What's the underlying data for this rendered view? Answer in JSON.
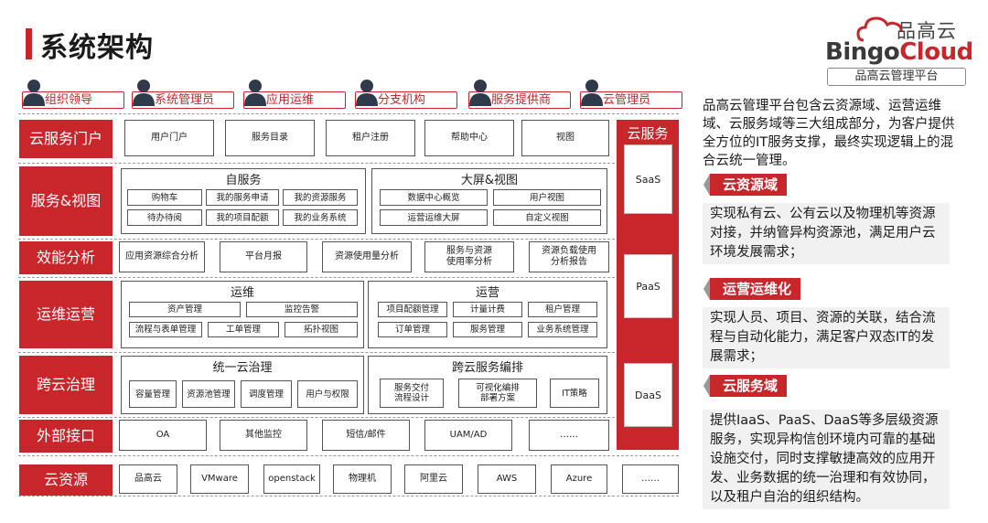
{
  "title": "系统架构",
  "logo": {
    "cn": "品高云",
    "en_part1": "Bingo",
    "en_part2": "Cloud",
    "subtitle": "品高云管理平台"
  },
  "roles": [
    "组织领导",
    "系统管理员",
    "应用运维",
    "分支机构",
    "服务提供商",
    "云管理员"
  ],
  "rows": {
    "portal": {
      "label": "云服务门户",
      "items": [
        "用户门户",
        "服务目录",
        "租户注册",
        "帮助中心",
        "视图"
      ]
    },
    "service_view": {
      "label": "服务&视图",
      "self_service": {
        "title": "自服务",
        "items": [
          "购物车",
          "我的服务申请",
          "我的资源服务",
          "待办待阅",
          "我的项目配额",
          "我的业务系统"
        ]
      },
      "big_screen": {
        "title": "大屏&视图",
        "items": [
          "数据中心概览",
          "用户视图",
          "运营运维大屏",
          "自定义视图"
        ]
      }
    },
    "efficiency": {
      "label": "效能分析",
      "items": [
        "应用资源综合分析",
        "平台月报",
        "资源使用量分析",
        "服务与资源\n使用率分析",
        "资源负载使用\n分析报告"
      ]
    },
    "ops": {
      "label": "运维运营",
      "ops_group": {
        "title": "运维",
        "items": [
          "资产管理",
          "监控告警",
          "流程与表单管理",
          "工单管理",
          "拓扑视图"
        ]
      },
      "operation_group": {
        "title": "运营",
        "items": [
          "项目配额管理",
          "计量计费",
          "租户管理",
          "订单管理",
          "服务管理",
          "业务系统管理"
        ]
      }
    },
    "governance": {
      "label": "跨云治理",
      "unified": {
        "title": "统一云治理",
        "items": [
          "容量管理",
          "资源池管理",
          "调度管理",
          "用户与权限"
        ]
      },
      "orchestration": {
        "title": "跨云服务编排",
        "items": [
          "服务交付\n流程设计",
          "可视化编排\n部署方案",
          "IT策略"
        ]
      }
    },
    "interface": {
      "label": "外部接口",
      "items": [
        "OA",
        "其他监控",
        "短信/邮件",
        "UAM/AD",
        "……"
      ]
    },
    "resources": {
      "label": "云资源",
      "items": [
        "品高云",
        "VMware",
        "openstack",
        "物理机",
        "阿里云",
        "AWS",
        "Azure",
        "……"
      ]
    }
  },
  "cloud_service": {
    "title": "云服务",
    "items": [
      "SaaS",
      "PaaS",
      "DaaS"
    ]
  },
  "intro": "品高云管理平台包含云资源域、运营运维域、云服务域等三大组成部分，为客户提供全方位的IT服务支撑，最终实现逻辑上的混合云统一管理。",
  "sections": [
    {
      "tag": "云资源域",
      "body": "实现私有云、公有云以及物理机等资源对接，并纳管异构资源池，满足用户云环境发展需求；"
    },
    {
      "tag": "运营运维化",
      "body": "实现人员、项目、资源的关联，结合流程与自动化能力，满足客户双态IT的发展需求；"
    },
    {
      "tag": "云服务域",
      "body": "提供IaaS、PaaS、DaaS等多层级资源服务，实现异构信创环境内可靠的基础设施交付，同时支撑敏捷高效的应用开发、业务数据的统一治理和有效协同，以及租户自治的组织结构。"
    }
  ],
  "colors": {
    "accent": "#c8262b"
  }
}
